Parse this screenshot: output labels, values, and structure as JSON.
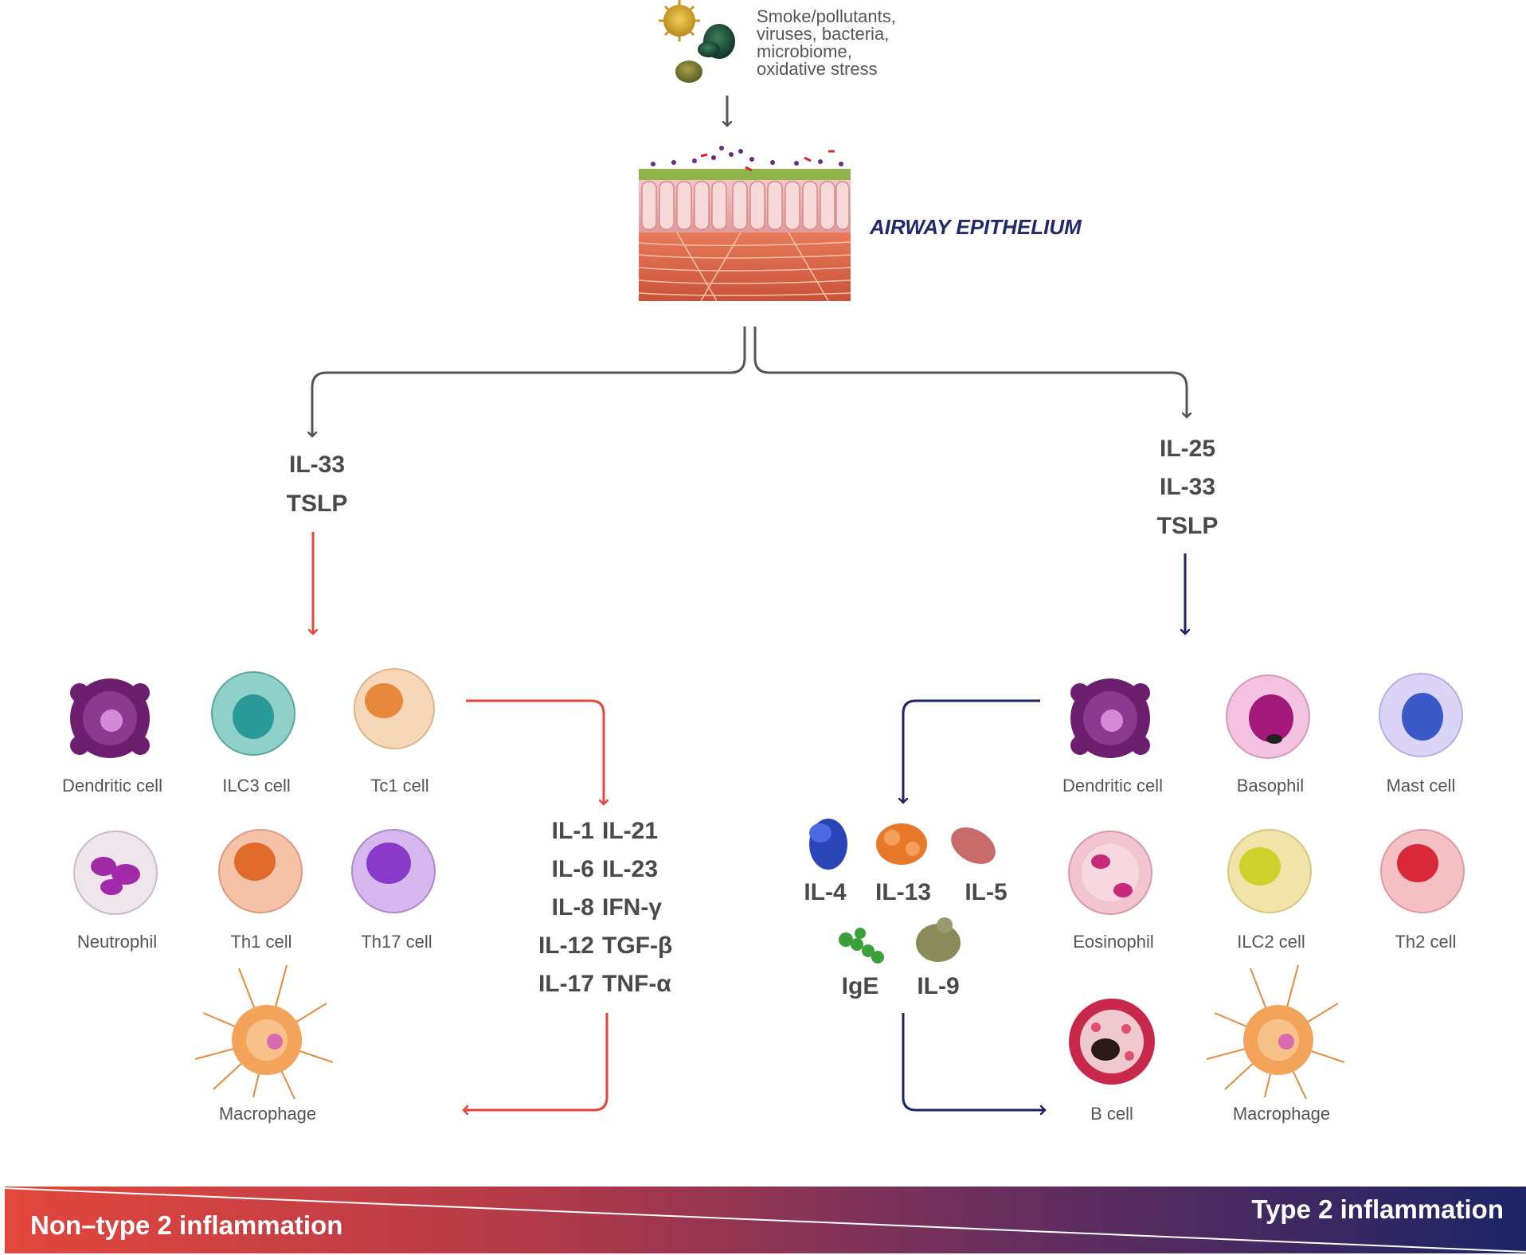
{
  "stimuli": {
    "lines": [
      "Smoke/pollutants,",
      "viruses, bacteria,",
      "microbiome,",
      "oxidative stress"
    ]
  },
  "epithelium_label": "AIRWAY EPITHELIUM",
  "left_branch": {
    "alarmins": [
      "IL-33",
      "TSLP"
    ],
    "cells": [
      {
        "label": "Dendritic cell",
        "icon": "dendritic-cell-icon",
        "color": "#7a2a7e"
      },
      {
        "label": "ILC3 cell",
        "icon": "ilc3-cell-icon",
        "color": "#4fb6b1"
      },
      {
        "label": "Tc1 cell",
        "icon": "tc1-cell-icon",
        "color": "#e89a5a"
      },
      {
        "label": "Neutrophil",
        "icon": "neutrophil-icon",
        "color": "#b03ab3"
      },
      {
        "label": "Th1 cell",
        "icon": "th1-cell-icon",
        "color": "#e8845a"
      },
      {
        "label": "Th17 cell",
        "icon": "th17-cell-icon",
        "color": "#9a55d8"
      },
      {
        "label": "Macrophage",
        "icon": "macrophage-icon",
        "color": "#f09a4a"
      }
    ],
    "cytokines_col1": [
      "IL-1",
      "IL-6",
      "IL-8",
      "IL-12",
      "IL-17"
    ],
    "cytokines_col2": [
      "IL-21",
      "IL-23",
      "IFN-γ",
      "TGF-β",
      "TNF-α"
    ]
  },
  "right_branch": {
    "alarmins": [
      "IL-25",
      "IL-33",
      "TSLP"
    ],
    "cells": [
      {
        "label": "Dendritic cell",
        "icon": "dendritic-cell-icon",
        "color": "#7a2a7e"
      },
      {
        "label": "Basophil",
        "icon": "basophil-icon",
        "color": "#c23a9a"
      },
      {
        "label": "Mast cell",
        "icon": "mast-cell-icon",
        "color": "#4a6ad8"
      },
      {
        "label": "Eosinophil",
        "icon": "eosinophil-icon",
        "color": "#e07aa0"
      },
      {
        "label": "ILC2 cell",
        "icon": "ilc2-cell-icon",
        "color": "#cfd04a"
      },
      {
        "label": "Th2 cell",
        "icon": "th2-cell-icon",
        "color": "#e04a5a"
      },
      {
        "label": "B cell",
        "icon": "b-cell-icon",
        "color": "#c8284a"
      },
      {
        "label": "Macrophage",
        "icon": "macrophage-icon",
        "color": "#f09a4a"
      }
    ],
    "molecules": [
      {
        "label": "IL-4",
        "icon": "il4-molecule-icon",
        "color": "#2a45b8"
      },
      {
        "label": "IL-13",
        "icon": "il13-molecule-icon",
        "color": "#e8782a"
      },
      {
        "label": "IL-5",
        "icon": "il5-molecule-icon",
        "color": "#c86a6a"
      },
      {
        "label": "IgE",
        "icon": "ige-molecule-icon",
        "color": "#3aa03a"
      },
      {
        "label": "IL-9",
        "icon": "il9-molecule-icon",
        "color": "#8a8a5a"
      }
    ]
  },
  "gradient_band": {
    "left_label": "Non–type 2 inflammation",
    "right_label": "Type 2 inflammation",
    "left_color": "#e2473c",
    "right_color": "#1d2466"
  },
  "colors": {
    "arrow_gray": "#555555",
    "arrow_red": "#e8463c",
    "arrow_navy": "#1d2466"
  }
}
